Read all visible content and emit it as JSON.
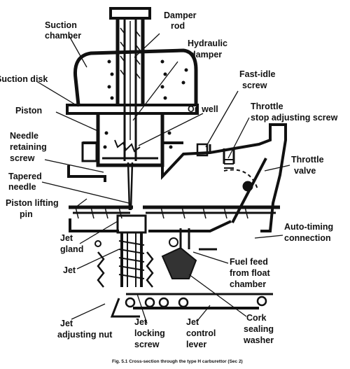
{
  "labels": {
    "suction_chamber": [
      "Suction",
      "chamber"
    ],
    "damper_rod": [
      "Damper",
      "rod"
    ],
    "hydraulic_damper": [
      "Hydraulic",
      "damper"
    ],
    "suction_disk": [
      "Suction disk"
    ],
    "fast_idle_screw": [
      "Fast-idle",
      "screw"
    ],
    "piston": [
      "Piston"
    ],
    "oil_well": [
      "Oil well"
    ],
    "throttle_stop": [
      "Throttle",
      "stop adjusting screw"
    ],
    "needle_retaining": [
      "Needle",
      "retaining",
      "screw"
    ],
    "throttle_valve": [
      "Throttle",
      "valve"
    ],
    "tapered_needle": [
      "Tapered",
      "needle"
    ],
    "piston_lifting_pin": [
      "Piston lifting",
      "pin"
    ],
    "auto_timing": [
      "Auto-timing",
      "connection"
    ],
    "jet_gland": [
      "Jet",
      "gland"
    ],
    "fuel_feed": [
      "Fuel feed",
      "from float",
      "chamber"
    ],
    "jet": [
      "Jet"
    ],
    "jet_adjusting_nut": [
      "Jet",
      "adjusting nut"
    ],
    "jet_locking_screw": [
      "Jet",
      "locking",
      "screw"
    ],
    "jet_control_lever": [
      "Jet",
      "control",
      "lever"
    ],
    "cork_sealing_washer": [
      "Cork",
      "sealing",
      "washer"
    ]
  },
  "caption": "Fig. 5.1 Cross-section through the type H carburettor (Sec 2)"
}
